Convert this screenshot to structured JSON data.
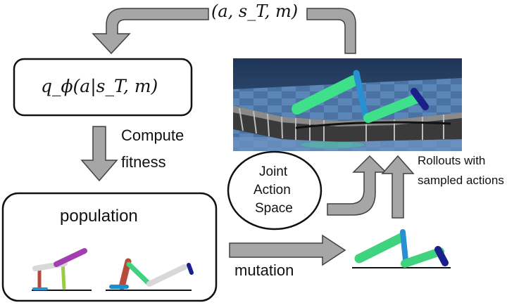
{
  "top_tuple": "(a, s_T, m)",
  "policy_box": {
    "label": "q_ϕ(a|s_T, m)"
  },
  "compute_fitness": {
    "line1": "Compute",
    "line2": "fitness"
  },
  "population_box": {
    "title": "population"
  },
  "joint_action": {
    "line1": "Joint",
    "line2": "Action",
    "line3": "Space"
  },
  "rollouts": {
    "line1": "Rollouts with",
    "line2": "sampled actions"
  },
  "mutation_label": "mutation",
  "colors": {
    "arrow_fill": "#a6a6a6",
    "arrow_stroke": "#404040",
    "walker_green": "#3fd37f",
    "walker_blue": "#2a8fd0",
    "walker_navy": "#1a1f8a",
    "walker_red": "#b84a3c",
    "walker_purple": "#a23fb0",
    "walker_olive": "#9acb4a",
    "walker_grey": "#d8d8d8",
    "sim_sky": "#2b4a72",
    "sim_floor": "#4f78a8"
  }
}
